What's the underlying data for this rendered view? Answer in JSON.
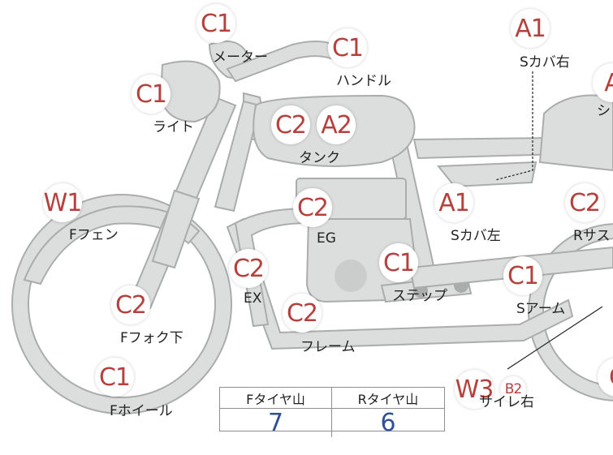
{
  "badges": [
    {
      "code": "C1",
      "label": "メーター"
    },
    {
      "code": "C1",
      "label": "ハンドル"
    },
    {
      "code": "A1",
      "label": "Sカバ右"
    },
    {
      "code": "A",
      "label": "シ"
    },
    {
      "code": "C1",
      "label": "ライト"
    },
    {
      "code": "C2",
      "label": ""
    },
    {
      "code": "A2",
      "label": "タンク"
    },
    {
      "code": "W1",
      "label": "Fフェン"
    },
    {
      "code": "C2",
      "label": "EG"
    },
    {
      "code": "A1",
      "label": "Sカバ左"
    },
    {
      "code": "C2",
      "label": "Rサス"
    },
    {
      "code": "C2",
      "label": "EX"
    },
    {
      "code": "C1",
      "label": "ステップ"
    },
    {
      "code": "C1",
      "label": "Sアーム"
    },
    {
      "code": "C2",
      "label": "Fフォク下"
    },
    {
      "code": "C2",
      "label": "フレーム"
    },
    {
      "code": "C1",
      "label": "Fホイール"
    },
    {
      "code": "W3",
      "label": "サイレ右"
    },
    {
      "code": "B2",
      "label": ""
    },
    {
      "code": "C",
      "label": ""
    }
  ],
  "tire_table": {
    "front_header": "Fタイヤ山",
    "rear_header": "Rタイヤ山",
    "front_value": "7",
    "rear_value": "6"
  },
  "colors": {
    "badge_text": "#b5413e",
    "part_fill": "#dcdedd",
    "part_stroke": "#a9adab",
    "value_text": "#2f4f9a"
  }
}
